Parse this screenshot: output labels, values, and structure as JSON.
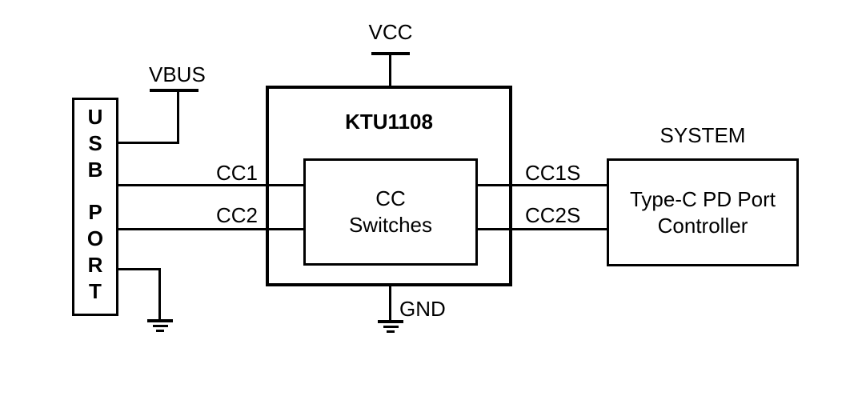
{
  "colors": {
    "line": "#000000",
    "background": "#ffffff",
    "text": "#000000"
  },
  "usb_port": {
    "word1": "USB",
    "word2": "PORT"
  },
  "vbus_label": "VBUS",
  "vcc_label": "VCC",
  "gnd_label": "GND",
  "ktu": {
    "title": "KTU1108",
    "inner_line1": "CC",
    "inner_line2": "Switches"
  },
  "system_label": "SYSTEM",
  "controller": {
    "line1": "Type-C PD Port",
    "line2": "Controller"
  },
  "pins": {
    "cc1": "CC1",
    "cc2": "CC2",
    "cc1s": "CC1S",
    "cc2s": "CC2S"
  }
}
